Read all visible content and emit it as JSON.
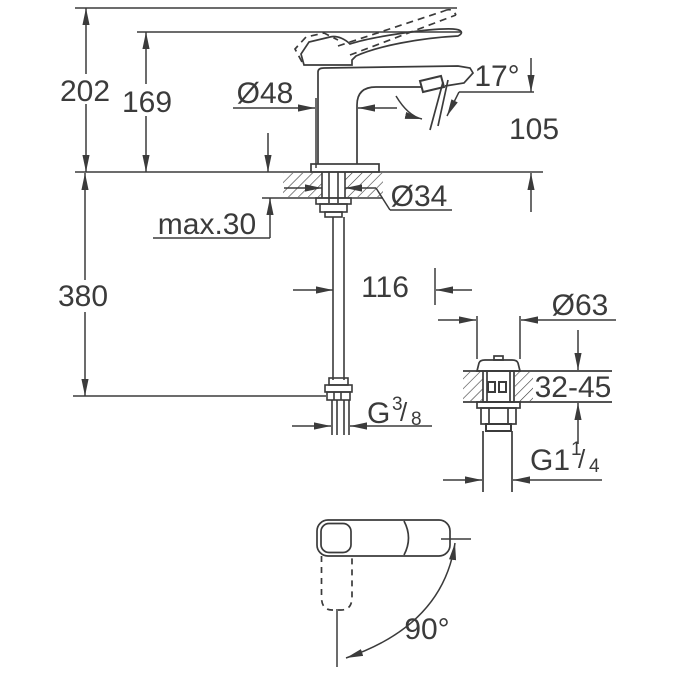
{
  "drawing": {
    "stroke_color": "#3b3b3b",
    "background": "#ffffff",
    "labels": {
      "overall_height": "202",
      "height_to_spout_top": "169",
      "body_diameter": "Ø48",
      "spout_angle": "17°",
      "outlet_height": "105",
      "shank_diameter": "Ø34",
      "max_mounting_thickness": "max.30",
      "supply_hose_length": "380",
      "drain_distance": "116",
      "supply_thread": {
        "prefix": "G",
        "numerator": "3",
        "slash": "/",
        "denominator": "8"
      },
      "drain_flange_diameter": "Ø63",
      "drain_mounting_range": "32-45",
      "drain_thread": {
        "prefix": "G1",
        "numerator": "1",
        "slash": "/",
        "denominator": "4"
      },
      "handle_swivel": "90°"
    }
  }
}
